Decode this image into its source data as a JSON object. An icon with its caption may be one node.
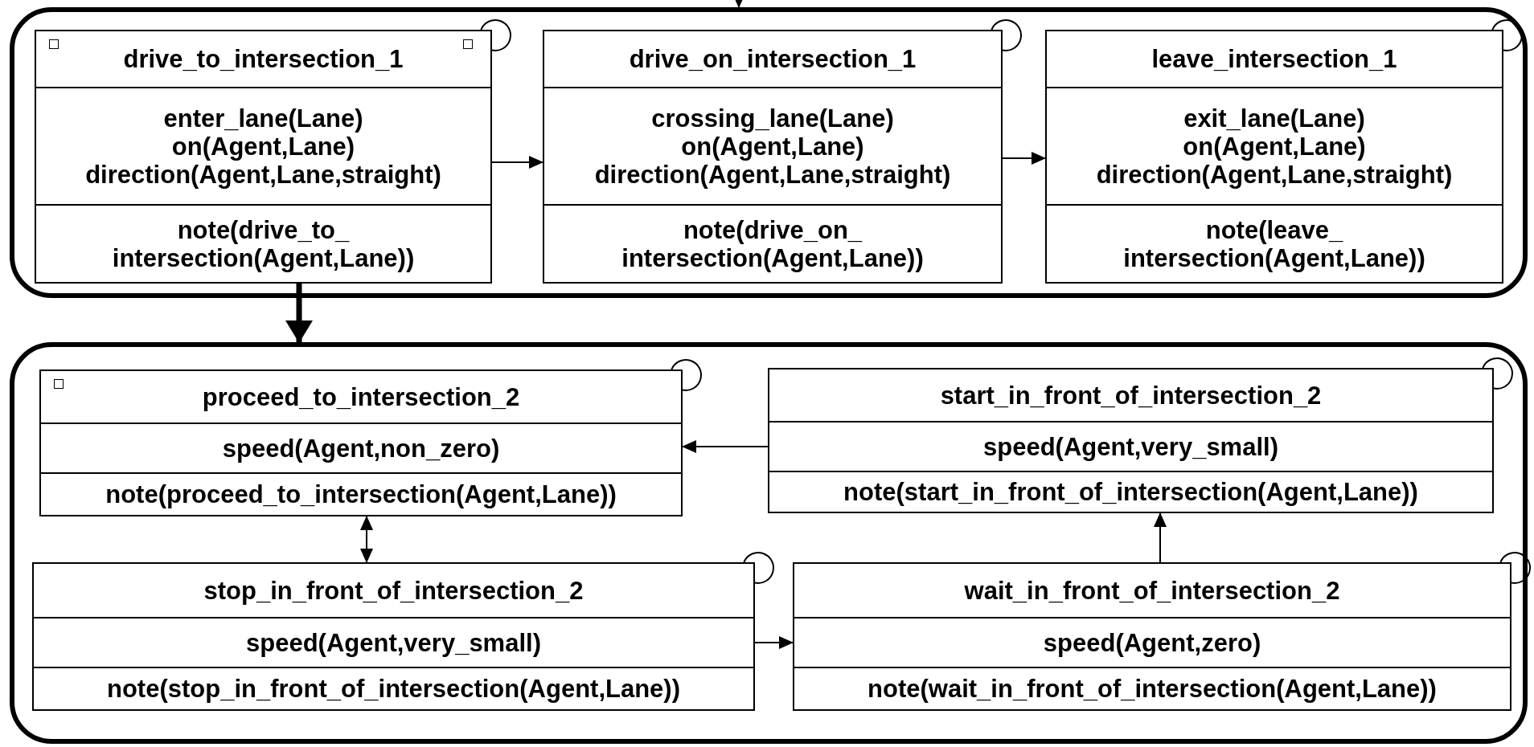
{
  "diagram": {
    "nodes": [
      {
        "text": [],
        "shape": "box"
      },
      {
        "text": [
          "drive_to_intersection_1",
          "enter_lane(Lane) on(Agent,Lane) direction(Agent,Lane,straight)",
          "note(drive_to_ intersection(Agent,Lane))"
        ],
        "in": 0
      },
      {
        "text": [
          "drive_on_intersection_1",
          "crossing_lane(Lane) on(Agent,Lane) direction(Agent,Lane,straight)",
          "note(drive_on_ intersection(Agent,Lane))"
        ],
        "in": 0
      },
      {
        "text": [
          "leave_intersection_1",
          "exit_lane(Lane) on(Agent,Lane) direction(Agent,Lane,straight)",
          "note(leave_ intersection(Agent,Lane))"
        ],
        "in": 0
      },
      {
        "text": [],
        "shape": "box"
      },
      {
        "text": [
          "proceed_to_intersection_2",
          "speed(Agent,non_zero)",
          "note(proceed_to_intersection(Agent,Lane))"
        ],
        "in": 4
      },
      {
        "text": [
          "start_in_front_of_intersection_2",
          "speed(Agent,very_small)",
          "note(start_in_front_of_intersection(Agent,Lane))"
        ],
        "in": 4
      },
      {
        "text": [
          "stop_in_front_of_intersection_2",
          "speed(Agent,very_small)",
          "note(stop_in_front_of_intersection(Agent,Lane))"
        ],
        "in": 4
      },
      {
        "text": [
          "wait_in_front_of_intersection_2",
          "speed(Agent,zero)",
          "note(wait_in_front_of_intersection(Agent,Lane))"
        ],
        "in": 4
      }
    ],
    "edges": [
      {
        "from": null,
        "to": 0,
        "arrow": "to"
      },
      {
        "from": 1,
        "to": 2,
        "arrow": "to"
      },
      {
        "from": 2,
        "to": 3,
        "arrow": "to"
      },
      {
        "from": 1,
        "to": 4,
        "arrow": "to",
        "style": "thick"
      },
      {
        "from": 6,
        "to": 5,
        "arrow": "to"
      },
      {
        "from": 5,
        "to": 7,
        "arrow": "both"
      },
      {
        "from": 7,
        "to": 8,
        "arrow": "to"
      },
      {
        "from": 8,
        "to": 6,
        "arrow": "to"
      }
    ]
  }
}
